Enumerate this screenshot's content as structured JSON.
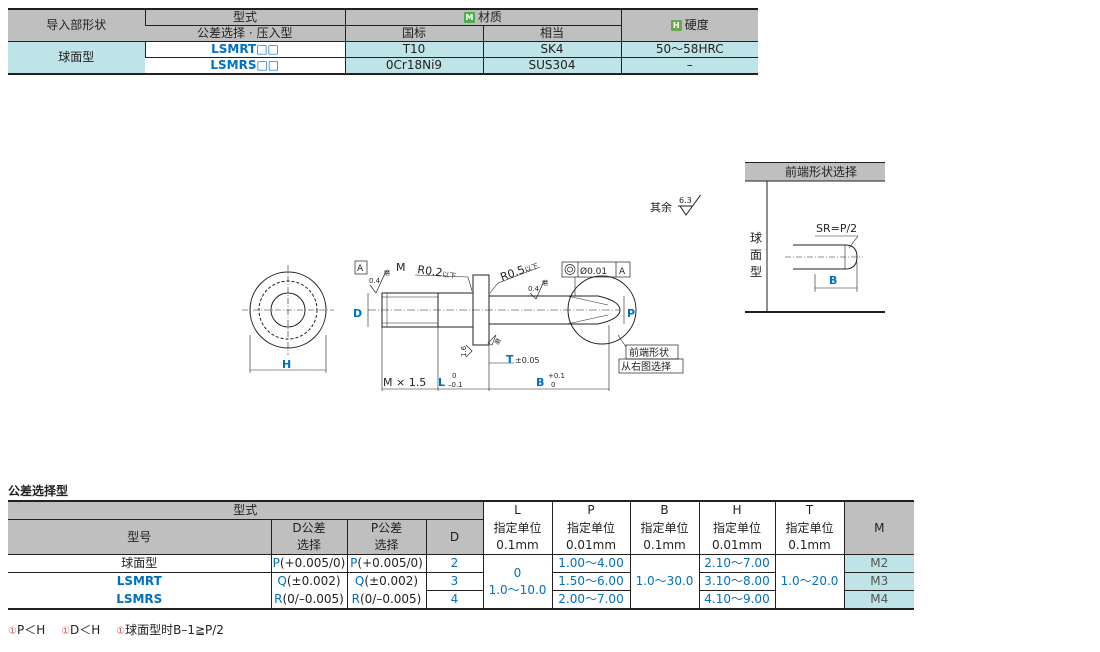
{
  "material_table": {
    "header": {
      "shape": "导入部形状",
      "type": "型式",
      "tolerance_press": "公差选择 · 压入型",
      "material_tag": "M",
      "material": "材质",
      "gb": "国标",
      "equiv": "相当",
      "hardness_tag": "H",
      "hardness": "硬度"
    },
    "shape_name": "球面型",
    "rows": [
      {
        "model": "LSMRT□□",
        "gb": "T10",
        "equiv": "SK4",
        "hardness": "50～58HRC"
      },
      {
        "model": "LSMRS□□",
        "gb": "0Cr18Ni9",
        "equiv": "SUS304",
        "hardness": "–"
      }
    ]
  },
  "drawing": {
    "surface_note": "其余",
    "surface_value": "6.3",
    "datum": "A",
    "rough1": "0.4",
    "rough2": "0.4",
    "rough3": "1.6",
    "grind": "磨",
    "M": "M",
    "r02": "R0.2",
    "r05": "R0.5",
    "below": "以下",
    "conc_value": "Ø0.01",
    "conc_datum": "A",
    "D": "D",
    "P": "P",
    "H": "H",
    "B": "B",
    "T": "T",
    "T_tol": "±0.05",
    "L": "L",
    "L_up": "0",
    "L_low": "–0.1",
    "B_up": "+0.1",
    "B_low": "0",
    "M_len": "M × 1.5",
    "tip_label_1": "前端形状",
    "tip_label_2": "从右图选择"
  },
  "shape_box": {
    "title": "前端形状选择",
    "name_chars": [
      "球",
      "面",
      "型"
    ],
    "sr": "SR=P/2",
    "b": "B"
  },
  "tolerance_table": {
    "title": "公差选择型",
    "header": {
      "type": "型式",
      "model": "型号",
      "d_tol_1": "D公差",
      "d_tol_2": "选择",
      "p_tol_1": "P公差",
      "p_tol_2": "选择",
      "d": "D",
      "l": "L",
      "p": "P",
      "b": "B",
      "h": "H",
      "t": "T",
      "unit_01": "指定单位",
      "mm01": "0.1mm",
      "mm001": "0.01mm",
      "m": "M"
    },
    "rows": [
      {
        "model": "球面型",
        "d_code": "P",
        "d_tol": "(+0.005/0)",
        "p_code": "P",
        "p_tol": "(+0.005/0)",
        "d": "2",
        "p": "1.00～4.00",
        "h": "2.10～7.00",
        "m": "M2"
      },
      {
        "model": "LSMRT",
        "d_code": "Q",
        "d_tol": "(±0.002)",
        "p_code": "Q",
        "p_tol": "(±0.002)",
        "d": "3",
        "p": "1.50～6.00",
        "h": "3.10～8.00",
        "m": "M3"
      },
      {
        "model": "LSMRS",
        "d_code": "R",
        "d_tol": "(0/–0.005)",
        "p_code": "R",
        "p_tol": "(0/–0.005)",
        "d": "4",
        "p": "2.00～7.00",
        "h": "4.10～9.00",
        "m": "M4"
      }
    ],
    "l_value_1": "0",
    "l_value_2": "1.0～10.0",
    "b_value": "1.0～30.0",
    "t_value": "1.0～20.0"
  },
  "notes": [
    {
      "mark": "①",
      "text": "P＜H"
    },
    {
      "mark": "①",
      "text": "D＜H"
    },
    {
      "mark": "①",
      "text": "球面型时B–1≧P/2"
    }
  ]
}
